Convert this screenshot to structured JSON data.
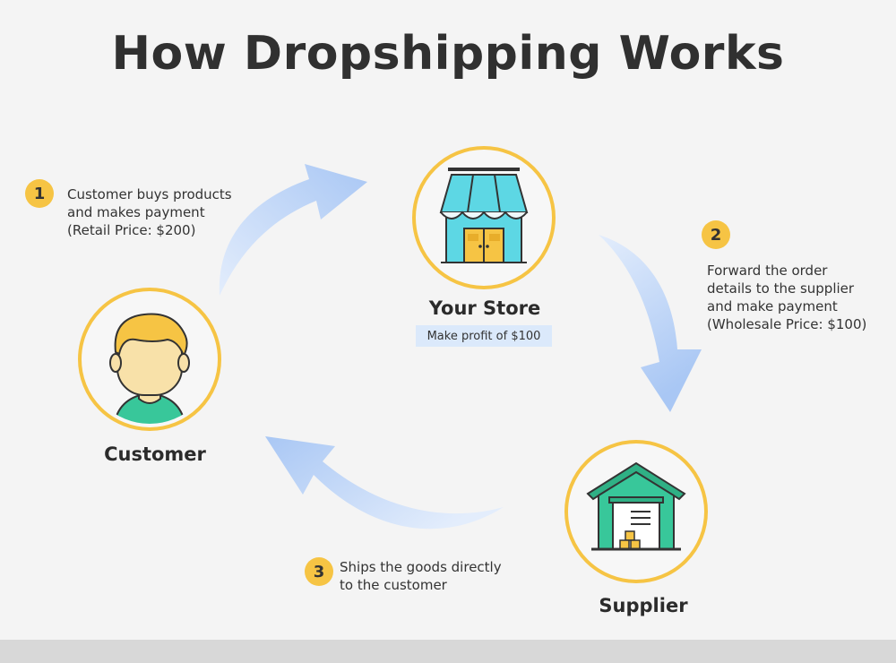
{
  "title": "How Dropshipping Works",
  "nodes": {
    "store": {
      "label": "Your Store",
      "note": "Make profit of $100"
    },
    "customer": {
      "label": "Customer"
    },
    "supplier": {
      "label": "Supplier"
    }
  },
  "steps": [
    {
      "number": "1",
      "lines": [
        "Customer buys products",
        "and makes payment",
        "(Retail Price: $200)"
      ]
    },
    {
      "number": "2",
      "lines": [
        "Forward the order",
        "details to the supplier",
        "and make payment",
        "(Wholesale Price: $100)"
      ]
    },
    {
      "number": "3",
      "lines": [
        "Ships the goods directly",
        "to the customer"
      ]
    }
  ],
  "colors": {
    "accent": "#f6c444",
    "arrow_start": "#c3d8fb",
    "arrow_end": "#a9c7f4",
    "store_awning": "#5dd7e4",
    "store_door": "#f6c444",
    "supplier_green": "#38c79a",
    "customer_hair": "#f6c444",
    "customer_shirt": "#38c79a",
    "profit_bg": "#dbe9fb"
  },
  "icons": {
    "store": "storefront-icon",
    "customer": "person-avatar-icon",
    "supplier": "warehouse-icon"
  }
}
